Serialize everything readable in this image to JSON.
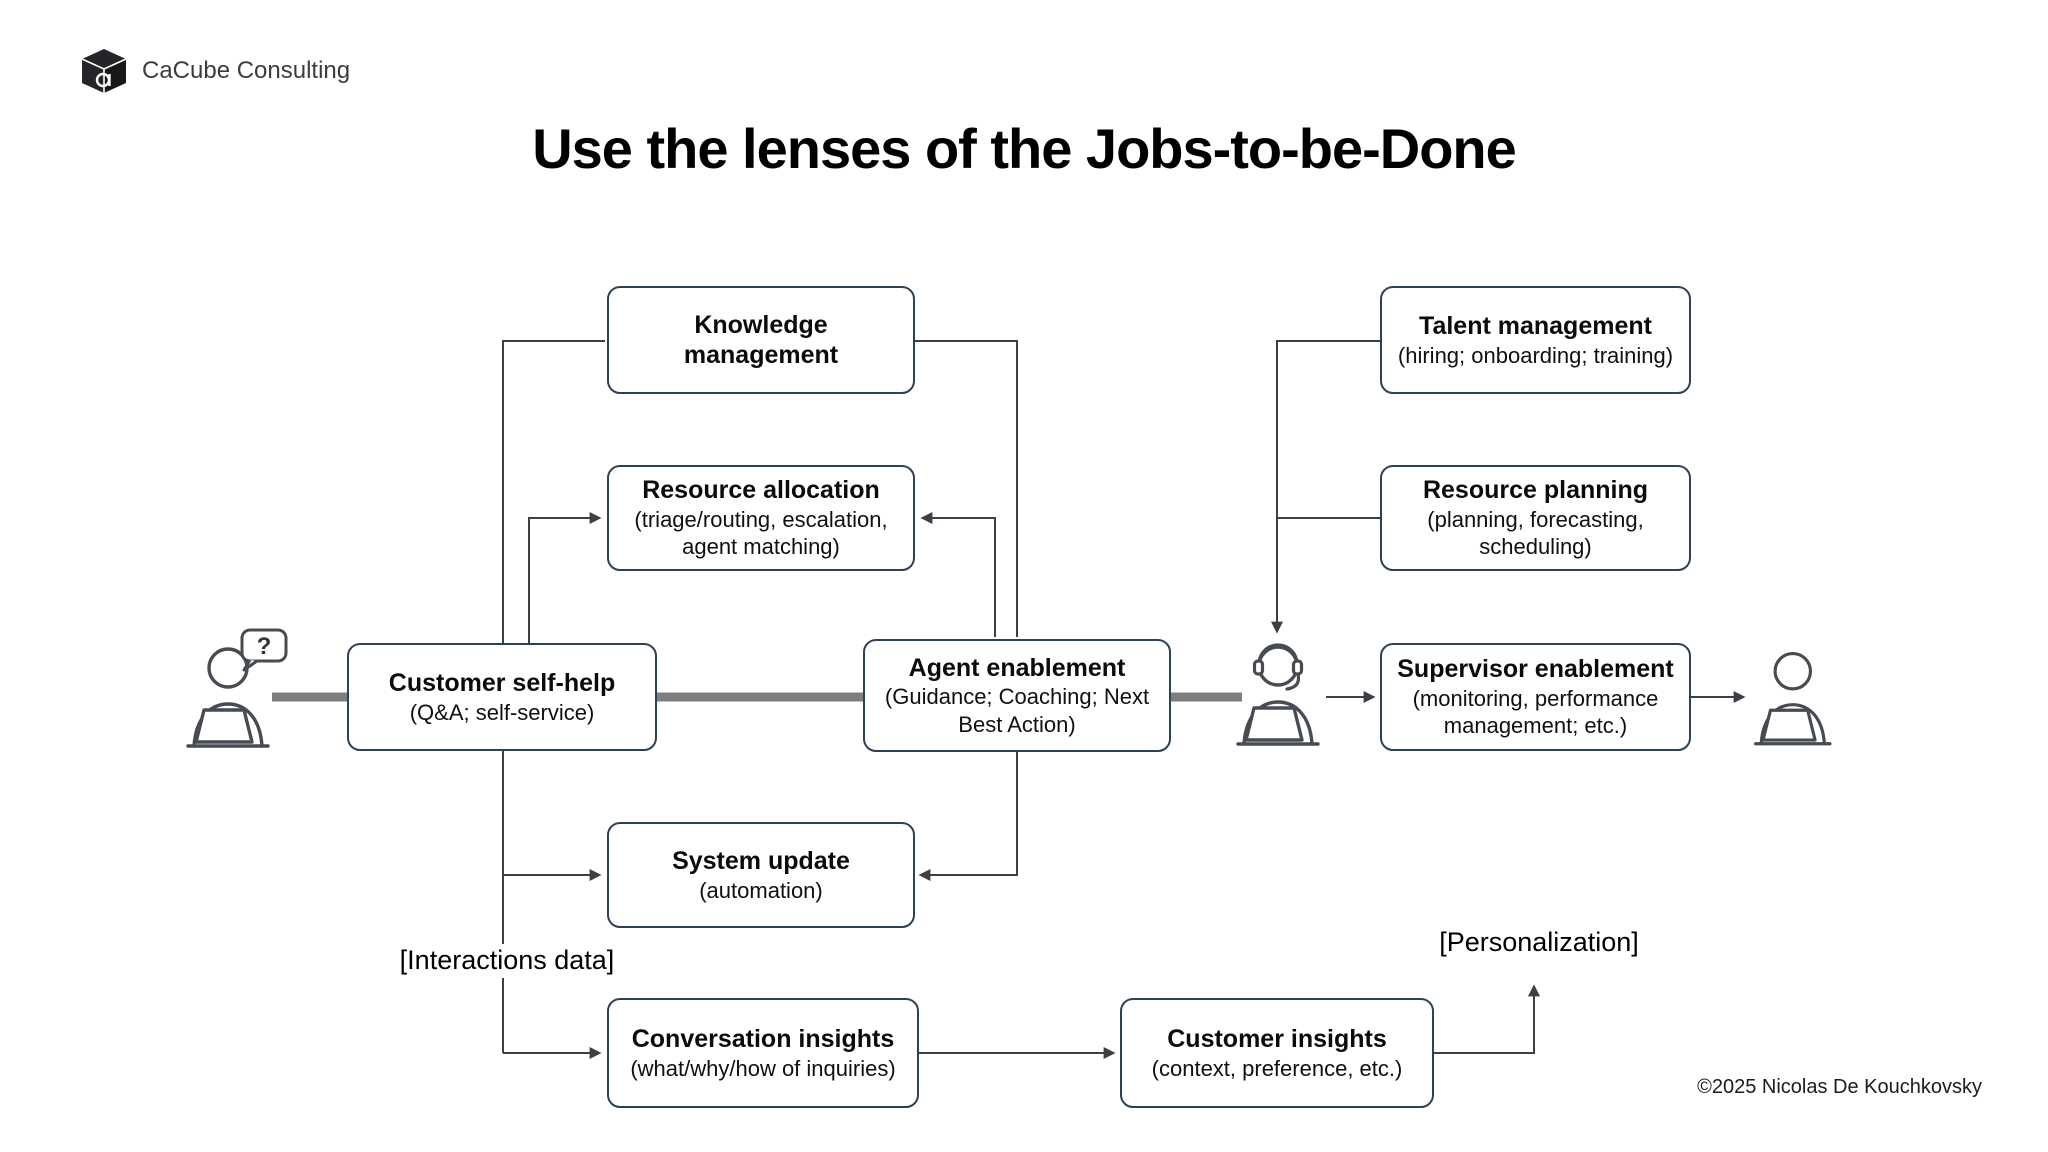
{
  "brand": {
    "name": "CaCube Consulting"
  },
  "title": "Use the lenses of the Jobs-to-be-Done",
  "nodes": {
    "knowledge_management": {
      "title": "Knowledge management"
    },
    "talent_management": {
      "title": "Talent management",
      "subtitle": "(hiring; onboarding; training)"
    },
    "resource_allocation": {
      "title": "Resource allocation",
      "subtitle": "(triage/routing, escalation, agent matching)"
    },
    "resource_planning": {
      "title": "Resource planning",
      "subtitle": "(planning, forecasting, scheduling)"
    },
    "customer_self_help": {
      "title": "Customer self-help",
      "subtitle": "(Q&A; self-service)"
    },
    "agent_enablement": {
      "title": "Agent enablement",
      "subtitle": "(Guidance; Coaching; Next Best Action)"
    },
    "supervisor_enablement": {
      "title": "Supervisor enablement",
      "subtitle": "(monitoring, performance management; etc.)"
    },
    "system_update": {
      "title": "System update",
      "subtitle": "(automation)"
    },
    "conversation_insights": {
      "title": "Conversation insights",
      "subtitle": "(what/why/how of inquiries)"
    },
    "customer_insights": {
      "title": "Customer insights",
      "subtitle": "(context, preference, etc.)"
    }
  },
  "labels": {
    "interactions_data": "[Interactions data]",
    "personalization": "[Personalization]",
    "copyright": "©2025 Nicolas De Kouchkovsky"
  },
  "icons": {
    "customer": "customer-at-laptop-with-question-bubble",
    "agent": "agent-with-headset-at-laptop",
    "supervisor": "supervisor-at-laptop",
    "question_mark": "?"
  },
  "colors": {
    "box_border": "#2f4156",
    "thin_line": "#3b4046",
    "thick_line": "#7e7e7e",
    "background": "#ffffff",
    "text": "#0b0b0b"
  }
}
